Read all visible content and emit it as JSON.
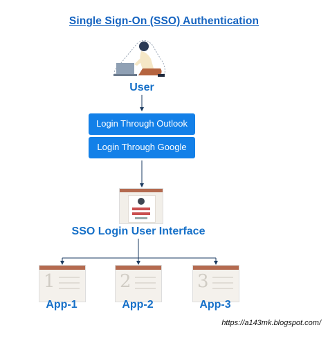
{
  "title": "Single Sign-On (SSO) Authentication",
  "user": {
    "label": "User"
  },
  "buttons": [
    {
      "label": "Login Through Outlook"
    },
    {
      "label": "Login Through Google"
    }
  ],
  "sso": {
    "label": "SSO Login User Interface"
  },
  "apps": [
    {
      "label": "App-1",
      "number": "1"
    },
    {
      "label": "App-2",
      "number": "2"
    },
    {
      "label": "App-3",
      "number": "3"
    }
  ],
  "footer": {
    "link": "https://a143mk.blogspot.com/"
  },
  "colors": {
    "accent": "#1670c8",
    "button": "#1380e8",
    "card_bar": "#b46a4f"
  }
}
